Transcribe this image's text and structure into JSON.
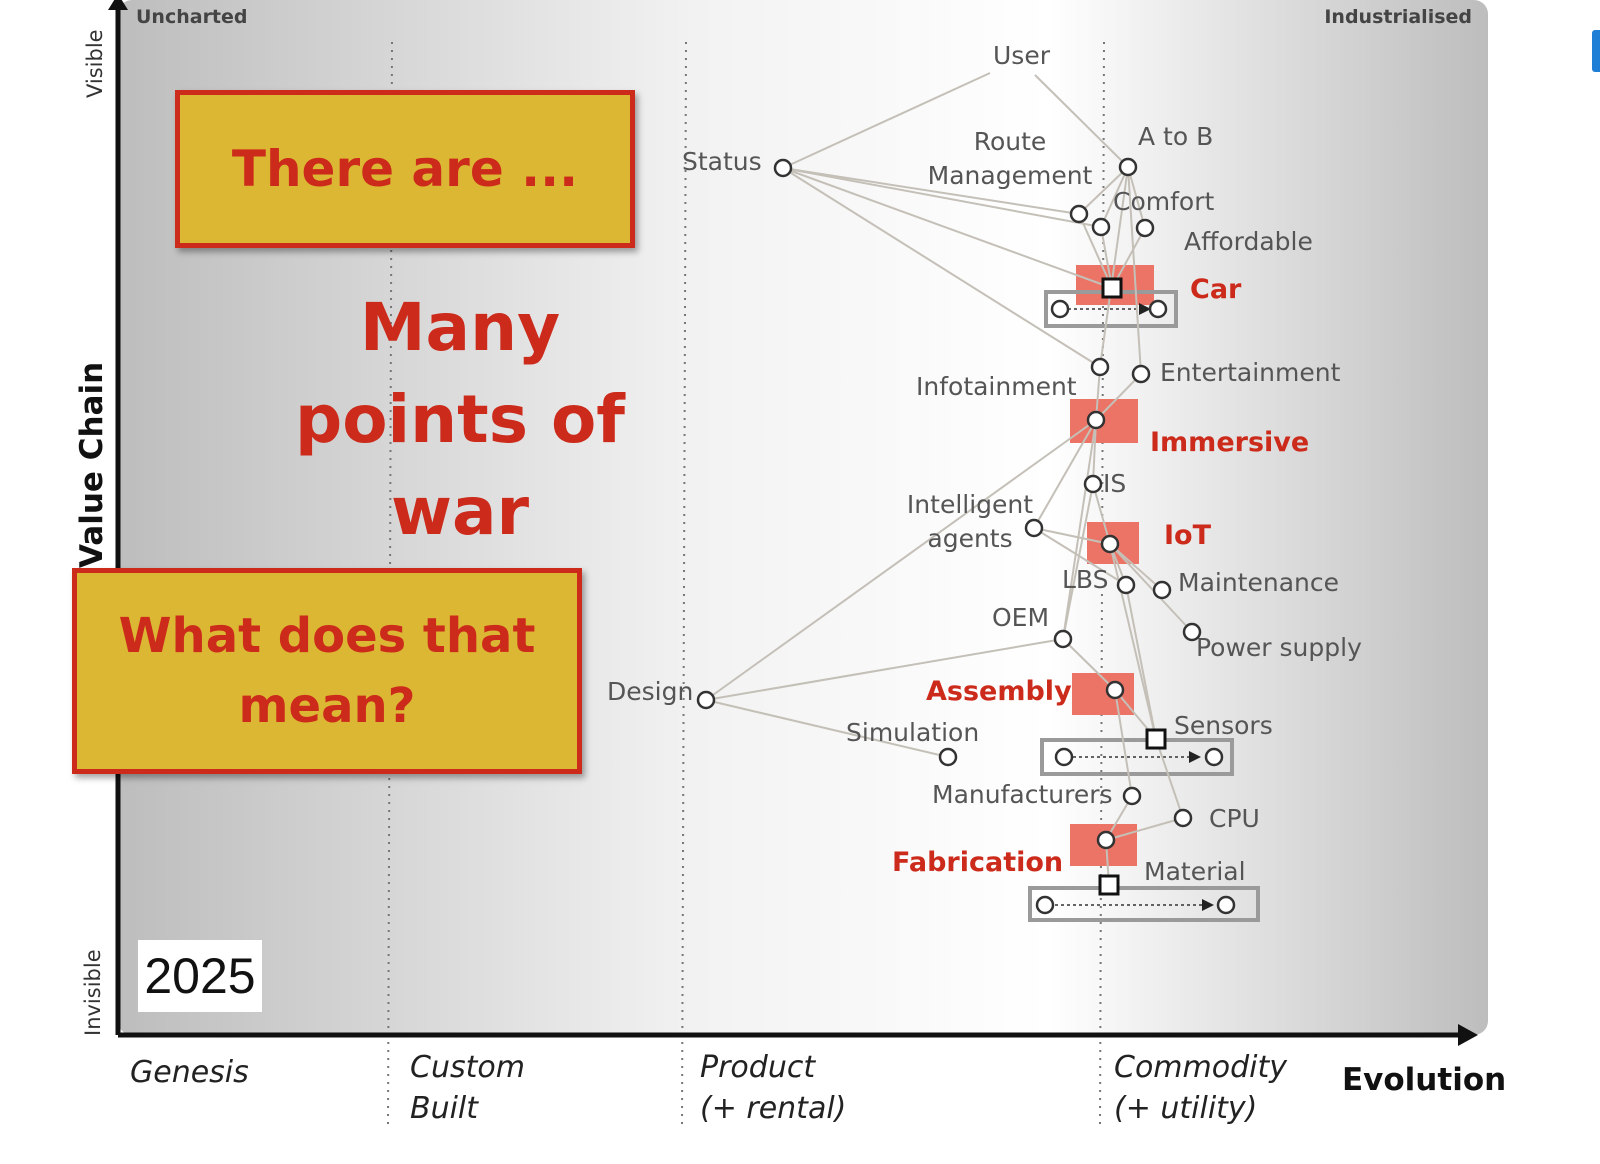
{
  "map": {
    "corner_left": "Uncharted",
    "corner_right": "Industrialised",
    "y_axis": {
      "title": "Value Chain",
      "top": "Visible",
      "bottom": "Invisible"
    },
    "x_axis": {
      "title": "Evolution",
      "stages": [
        {
          "line1": "Genesis",
          "line2": ""
        },
        {
          "line1": "Custom",
          "line2": "Built"
        },
        {
          "line1": "Product",
          "line2": "(+ rental)"
        },
        {
          "line1": "Commodity",
          "line2": "(+ utility)"
        }
      ]
    },
    "year": "2025",
    "components": {
      "user": "User",
      "status": "Status",
      "route_management_1": "Route",
      "route_management_2": "Management",
      "a_to_b": "A to B",
      "comfort": "Comfort",
      "affordable": "Affordable",
      "infotainment": "Infotainment",
      "entertainment": "Entertainment",
      "is": "IS",
      "intelligent_agents_1": "Intelligent",
      "intelligent_agents_2": "agents",
      "lbs": "LBS",
      "maintenance": "Maintenance",
      "oem": "OEM",
      "power_supply": "Power supply",
      "design": "Design",
      "simulation": "Simulation",
      "sensors": "Sensors",
      "manufacturers": "Manufacturers",
      "cpu": "CPU",
      "material": "Material"
    },
    "points_of_war": {
      "car": "Car",
      "immersive": "Immersive",
      "iot": "IoT",
      "assembly": "Assembly",
      "fabrication": "Fabrication"
    },
    "colors": {
      "accent_red": "#cc2a1a",
      "highlight": "#ec7466",
      "callout_fill": "#dcb733"
    }
  },
  "overlay": {
    "callout_top": "There are ...",
    "headline": [
      "Many",
      "points of",
      "war"
    ],
    "callout_bottom_1": "What does that",
    "callout_bottom_2": "mean?"
  }
}
